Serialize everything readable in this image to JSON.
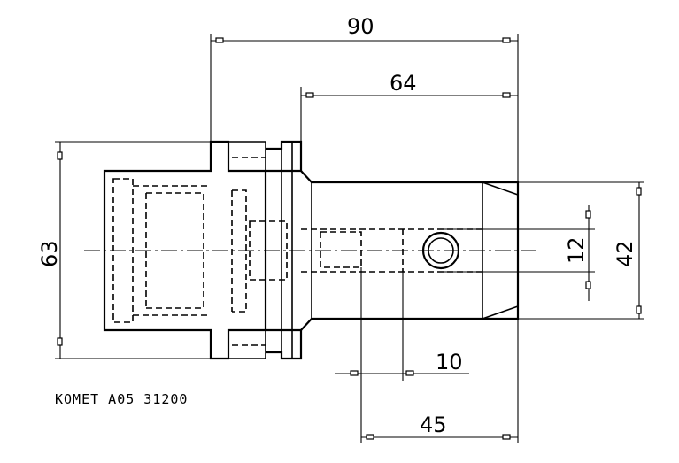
{
  "drawing": {
    "dimensions": {
      "overall_length": "90",
      "shank_length": "64",
      "flange_diameter": "63",
      "shank_diameter": "42",
      "hole_diameter": "12",
      "hole_offset": "10",
      "hole_position": "45"
    },
    "part_number": "KOMET A05 31200"
  }
}
